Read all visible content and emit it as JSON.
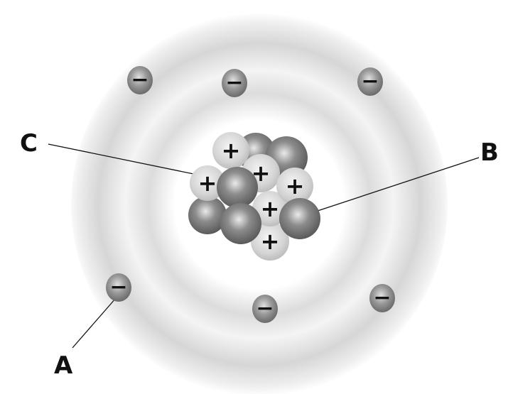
{
  "title": "Atom model",
  "labels": {
    "a": "A",
    "b": "B",
    "c": "C"
  },
  "proton_sign": "+",
  "electron_sign": "−",
  "counts": {
    "protons": 6,
    "neutrons": 6,
    "electrons": 6
  },
  "colors": {
    "proton": "#d6d6d6",
    "neutron": "#7a7a7a",
    "electron": "#8a8a8a",
    "orbit": "#d9d9d9"
  }
}
